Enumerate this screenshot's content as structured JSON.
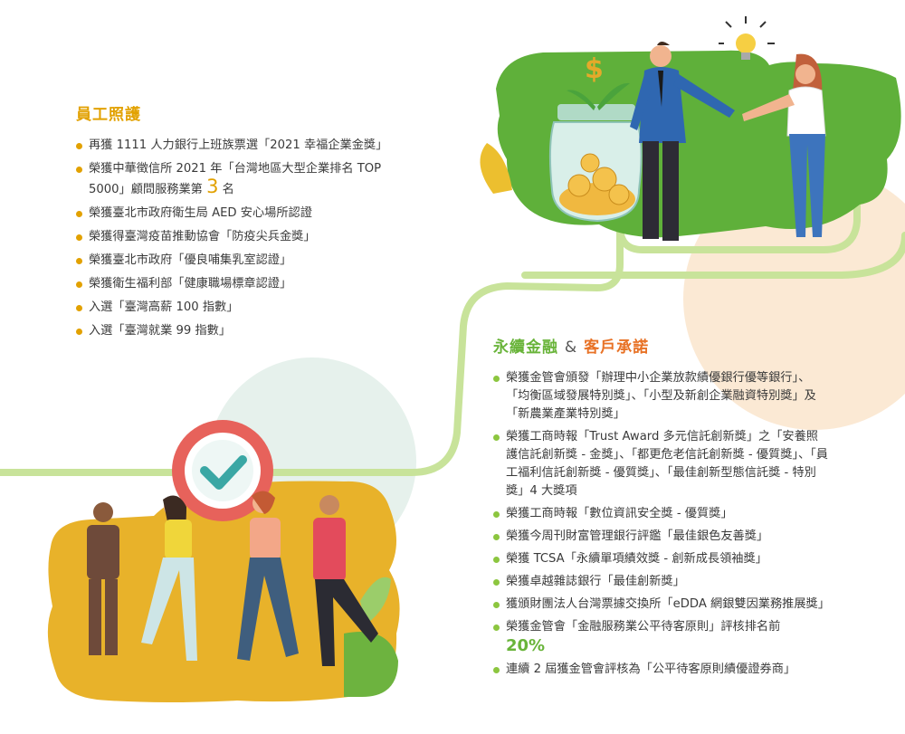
{
  "employee": {
    "title": "員工照護",
    "items": [
      "再獲 1111 人力銀行上班族票選「2021 幸福企業金獎」",
      "榮獲中華徵信所 2021 年「台灣地區大型企業排名 TOP 5000」顧問服務業第",
      "榮獲臺北市政府衛生局 AED 安心場所認證",
      "榮獲得臺灣疫苗推動協會「防疫尖兵金獎」",
      "榮獲臺北市政府「優良哺集乳室認證」",
      "榮獲衛生福利部「健康職場標章認證」",
      "入選「臺灣高薪 100 指數」",
      "入選「臺灣就業 99 指數」"
    ],
    "rank_number": "3",
    "rank_suffix": "名"
  },
  "finance": {
    "title_part1": "永續金融",
    "title_amp": "&",
    "title_part2": "客戶承諾",
    "items": [
      "榮獲金管會頒發「辦理中小企業放款績優銀行優等銀行」、「均衡區域發展特別獎」、「小型及新創企業融資特別獎」及「新農業產業特別獎」",
      "榮獲工商時報「Trust Award 多元信託創新獎」之「安養照護信託創新獎 - 金獎」、「都更危老信託創新獎 - 優質獎」、「員工福利信託創新獎 - 優質獎」、「最佳創新型態信託獎 - 特別獎」4 大獎項",
      "榮獲工商時報「數位資訊安全獎 - 優質獎」",
      "榮獲今周刊財富管理銀行評鑑「最佳銀色友善獎」",
      "榮獲 TCSA「永續單項績效獎 - 創新成長領袖獎」",
      "榮獲卓越雜誌銀行「最佳創新獎」",
      "獲頒財團法人台灣票據交換所「eDDA 網銀雙因業務推展獎」",
      "榮獲金管會「金融服務業公平待客原則」評核排名前",
      "連續 2 屆獲金管會評核為「公平待客原則績優證券商」"
    ],
    "rank_percent": "20%"
  },
  "colors": {
    "green": "#6db33f",
    "light_green": "#a9d86e",
    "orange": "#e2a100",
    "yellow": "#e8b22a",
    "peach": "#fbe7cf"
  }
}
